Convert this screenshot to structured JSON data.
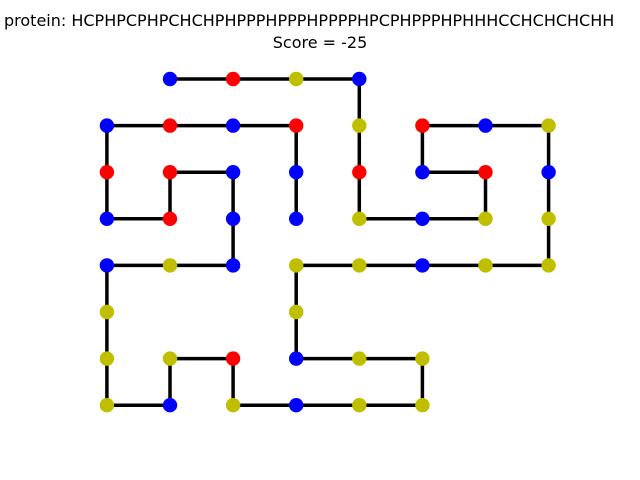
{
  "title": "protein: HCPHPCPHPCHCHPHPPPHPPPHPPPPHPCPHPPPHPHHHCCHCHCHCHH",
  "subtitle": "Score = -25",
  "colors": {
    "H": "#0000ff",
    "C": "#ff0000",
    "P": "#bfbf00",
    "bond": "#000000"
  },
  "chart_data": {
    "type": "lattice-fold",
    "grid": false,
    "axes": false,
    "residues": [
      {
        "x": 0,
        "y": 0,
        "t": "H"
      },
      {
        "x": 1,
        "y": 0,
        "t": "C"
      },
      {
        "x": 2,
        "y": 0,
        "t": "P"
      },
      {
        "x": 3,
        "y": 0,
        "t": "H"
      },
      {
        "x": 3,
        "y": -1,
        "t": "P"
      },
      {
        "x": 3,
        "y": -2,
        "t": "C"
      },
      {
        "x": 3,
        "y": -3,
        "t": "P"
      },
      {
        "x": 4,
        "y": -3,
        "t": "H"
      },
      {
        "x": 5,
        "y": -3,
        "t": "P"
      },
      {
        "x": 5,
        "y": -2,
        "t": "C"
      },
      {
        "x": 4,
        "y": -2,
        "t": "H"
      },
      {
        "x": 4,
        "y": -1,
        "t": "C"
      },
      {
        "x": 5,
        "y": -1,
        "t": "H"
      },
      {
        "x": 6,
        "y": -1,
        "t": "P"
      },
      {
        "x": 6,
        "y": -2,
        "t": "H"
      },
      {
        "x": 6,
        "y": -3,
        "t": "P"
      },
      {
        "x": 6,
        "y": -4,
        "t": "P"
      },
      {
        "x": 5,
        "y": -4,
        "t": "P"
      },
      {
        "x": 4,
        "y": -4,
        "t": "H"
      },
      {
        "x": 3,
        "y": -4,
        "t": "P"
      },
      {
        "x": 2,
        "y": -4,
        "t": "P"
      },
      {
        "x": 2,
        "y": -5,
        "t": "P"
      },
      {
        "x": 2,
        "y": -6,
        "t": "H"
      },
      {
        "x": 3,
        "y": -6,
        "t": "P"
      },
      {
        "x": 4,
        "y": -6,
        "t": "P"
      },
      {
        "x": 4,
        "y": -7,
        "t": "P"
      },
      {
        "x": 3,
        "y": -7,
        "t": "P"
      },
      {
        "x": 2,
        "y": -7,
        "t": "H"
      },
      {
        "x": 1,
        "y": -7,
        "t": "P"
      },
      {
        "x": 1,
        "y": -6,
        "t": "C"
      },
      {
        "x": 0,
        "y": -6,
        "t": "P"
      },
      {
        "x": 0,
        "y": -7,
        "t": "H"
      },
      {
        "x": -1,
        "y": -7,
        "t": "P"
      },
      {
        "x": -1,
        "y": -6,
        "t": "P"
      },
      {
        "x": -1,
        "y": -5,
        "t": "P"
      },
      {
        "x": -1,
        "y": -4,
        "t": "H"
      },
      {
        "x": 0,
        "y": -4,
        "t": "P"
      },
      {
        "x": 1,
        "y": -4,
        "t": "H"
      },
      {
        "x": 1,
        "y": -3,
        "t": "H"
      },
      {
        "x": 1,
        "y": -2,
        "t": "H"
      },
      {
        "x": 0,
        "y": -2,
        "t": "C"
      },
      {
        "x": 0,
        "y": -3,
        "t": "C"
      },
      {
        "x": -1,
        "y": -3,
        "t": "H"
      },
      {
        "x": -1,
        "y": -2,
        "t": "C"
      },
      {
        "x": -1,
        "y": -1,
        "t": "H"
      },
      {
        "x": 0,
        "y": -1,
        "t": "C"
      },
      {
        "x": 1,
        "y": -1,
        "t": "H"
      },
      {
        "x": 2,
        "y": -1,
        "t": "C"
      },
      {
        "x": 2,
        "y": -2,
        "t": "H"
      },
      {
        "x": 2,
        "y": -3,
        "t": "H"
      }
    ]
  }
}
